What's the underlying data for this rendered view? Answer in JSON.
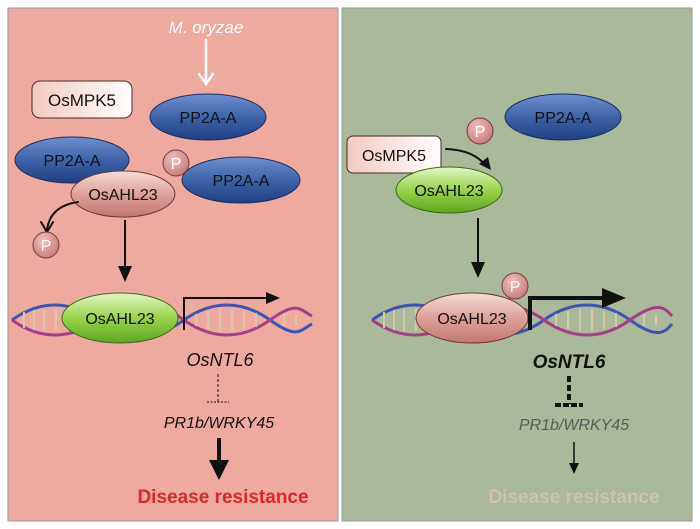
{
  "left_panel": {
    "pathogen_label": "M. oryzae",
    "osmpk5_label": "OsMPK5",
    "pp2a_top_label": "PP2A-A",
    "pp2a_left_label": "PP2A-A",
    "pp2a_right_label": "PP2A-A",
    "osahl23_upper_label": "OsAHL23",
    "phospho_label_bound": "P",
    "phospho_label_released": "P",
    "osahl23_dna_label": "OsAHL23",
    "gene_label": "OsNTL6",
    "target_label": "PR1b/WRKY45",
    "outcome_label": "Disease resistance"
  },
  "right_panel": {
    "pp2a_label": "PP2A-A",
    "phospho_label_top": "P",
    "osmpk5_label": "OsMPK5",
    "osahl23_upper_label": "OsAHL23",
    "osahl23_dna_label": "OsAHL23",
    "phospho_label_dna": "P",
    "gene_label": "OsNTL6",
    "target_label": "PR1b/WRKY45",
    "outcome_label": "Disease resistance"
  },
  "colors": {
    "left_background": "#eeaa9e",
    "right_background": "#a9b999",
    "pp2a_blue": "#3f63a8",
    "osahl23_green": "#8fcf45",
    "osahl23_pink": "#d99690",
    "phospho_pink": "#cf8885",
    "dna_blue": "#3c55b4",
    "dna_purple": "#a43f8a",
    "outcome_active": "#d9282f",
    "outcome_faded": "#d2c2ad"
  }
}
